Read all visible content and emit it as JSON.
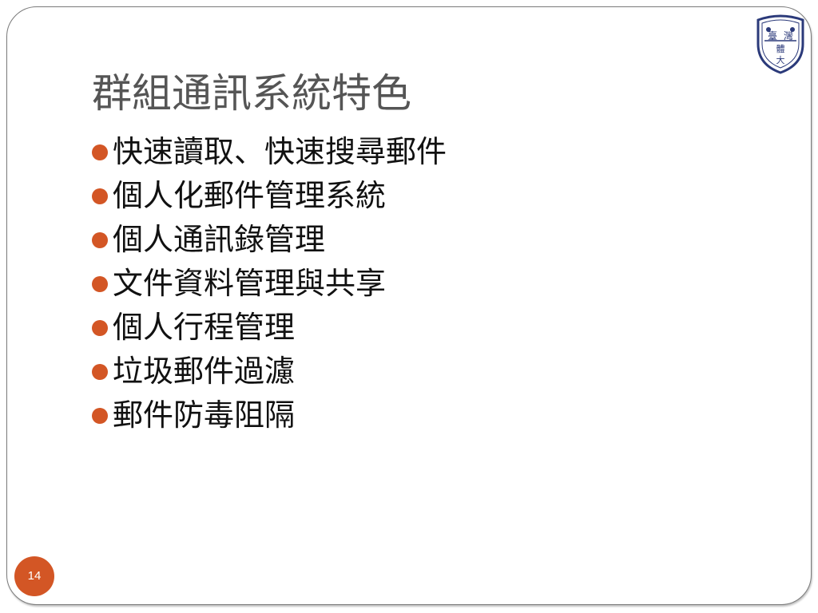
{
  "slide": {
    "title": "群組通訊系統特色",
    "bullets": [
      "快速讀取、快速搜尋郵件",
      "個人化郵件管理系統",
      "個人通訊錄管理",
      "文件資料管理與共享",
      "個人行程管理",
      "垃圾郵件過濾",
      "郵件防毒阻隔"
    ],
    "page_number": "14"
  },
  "logo": {
    "icon": "university-shield-logo",
    "text_top_left": "臺",
    "text_top_right": "灣",
    "text_middle": "體",
    "text_bottom": "大"
  },
  "colors": {
    "accent": "#d35625",
    "logo_navy": "#2b3a7a",
    "title": "#555555",
    "body_text": "#111111",
    "border": "#7a7a7a"
  }
}
